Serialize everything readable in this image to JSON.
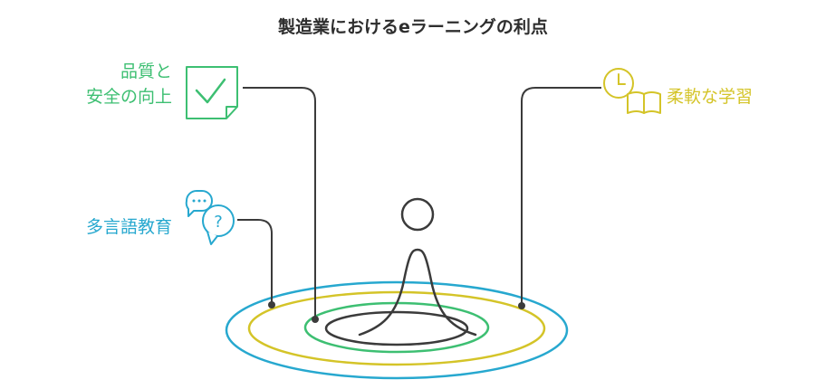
{
  "title": "製造業におけるeラーニングの利点",
  "items": [
    {
      "lines": [
        "品質と",
        "安全の向上"
      ],
      "icon": "checklist-icon",
      "color": "#3dbf72"
    },
    {
      "lines": [
        "柔軟な学習"
      ],
      "icon": "clock-book-icon",
      "color": "#d4c428"
    },
    {
      "lines": [
        "多言語教育"
      ],
      "icon": "speech-bubbles-question-icon",
      "color": "#27a8cf"
    }
  ],
  "colors": {
    "dark": "#3b3b3b",
    "green": "#3dbf72",
    "yellow": "#d4c428",
    "blue": "#27a8cf",
    "title": "#2e2e2e"
  }
}
